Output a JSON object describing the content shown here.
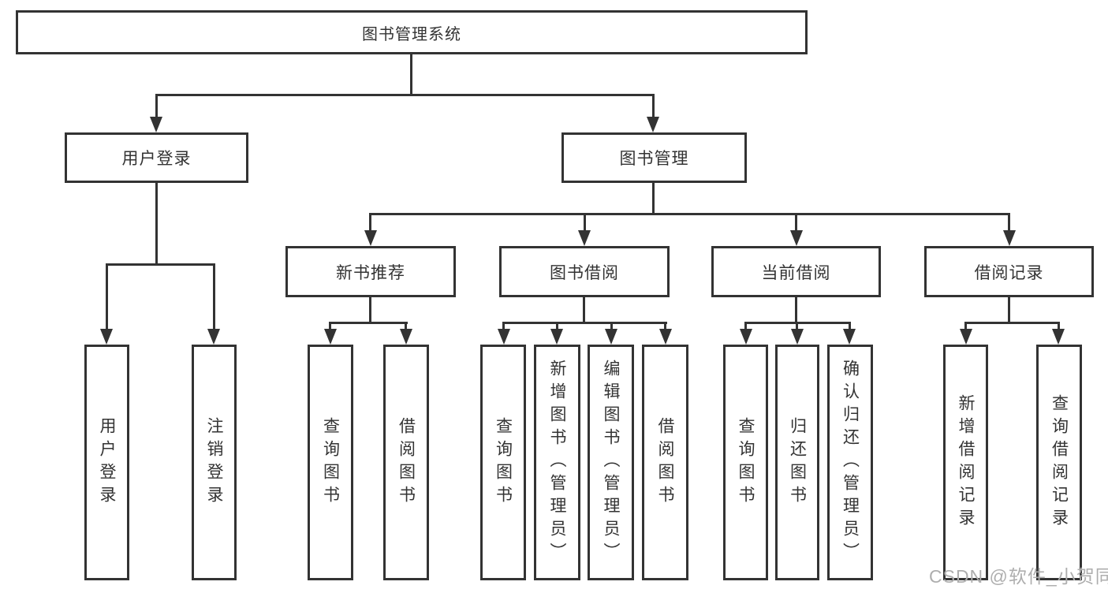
{
  "diagram": {
    "root": {
      "label": "图书管理系统"
    },
    "branches": [
      {
        "label": "用户登录",
        "children": [
          {
            "label": "用户登录"
          },
          {
            "label": "注销登录"
          }
        ]
      },
      {
        "label": "图书管理",
        "sections": [
          {
            "label": "新书推荐",
            "children": [
              {
                "label": "查询图书"
              },
              {
                "label": "借阅图书"
              }
            ]
          },
          {
            "label": "图书借阅",
            "children": [
              {
                "label": "查询图书"
              },
              {
                "label": "新增图书（管理员）"
              },
              {
                "label": "编辑图书（管理员）"
              },
              {
                "label": "借阅图书"
              }
            ]
          },
          {
            "label": "当前借阅",
            "children": [
              {
                "label": "查询图书"
              },
              {
                "label": "归还图书"
              },
              {
                "label": "确认归还（管理员）"
              }
            ]
          },
          {
            "label": "借阅记录",
            "children": [
              {
                "label": "新增借阅记录"
              },
              {
                "label": "查询借阅记录"
              }
            ]
          }
        ]
      }
    ]
  },
  "colors": {
    "line": "#333333",
    "text": "#333333",
    "watermark_text": "#aeaeae",
    "background": "#ffffff"
  },
  "watermark": {
    "text": "CSDN @软件_小贺同学"
  }
}
